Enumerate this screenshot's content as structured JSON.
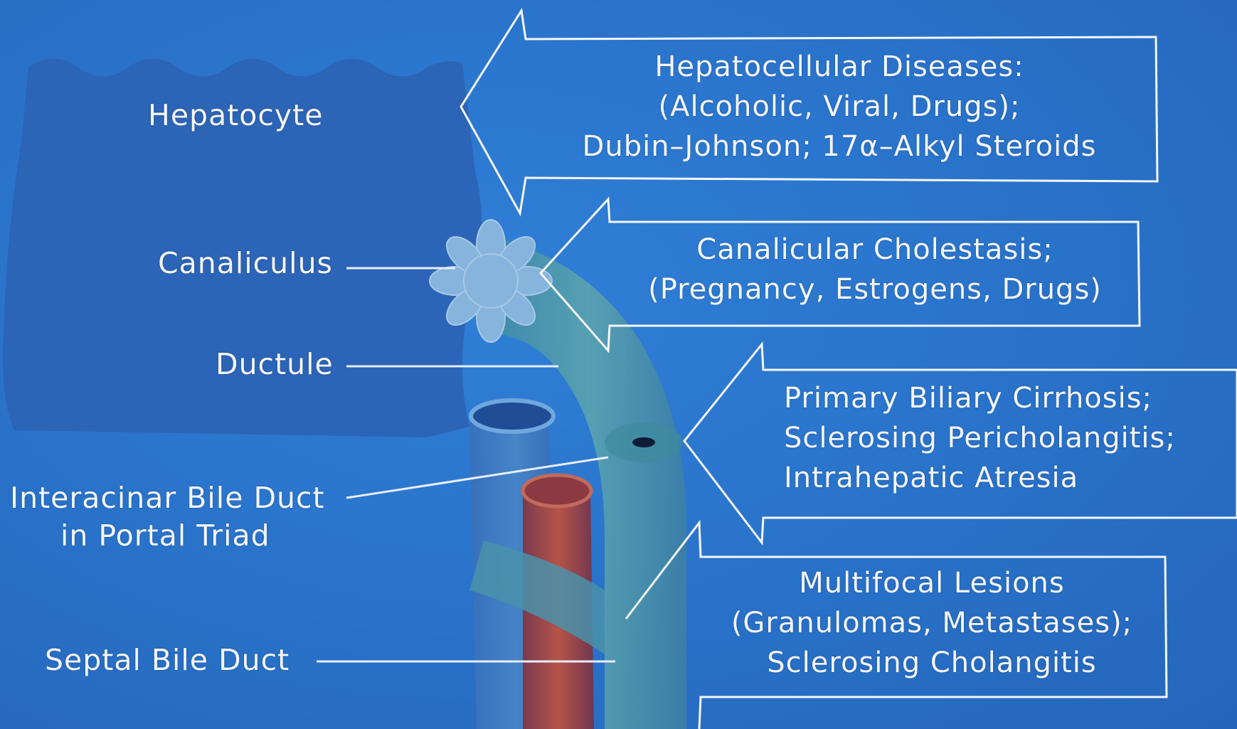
{
  "structures": {
    "hepatocyte": "Hepatocyte",
    "canaliculus": "Canaliculus",
    "ductule": "Ductule",
    "interacinar_line1": "Interacinar Bile Duct",
    "interacinar_line2": "in Portal Triad",
    "septal": "Septal Bile Duct"
  },
  "arrows": [
    {
      "lines": [
        "Hepatocellular Diseases:",
        "(Alcoholic, Viral, Drugs);",
        "Dubin–Johnson; 17α–Alkyl Steroids"
      ]
    },
    {
      "lines": [
        "Canalicular Cholestasis;",
        "(Pregnancy, Estrogens, Drugs)"
      ]
    },
    {
      "lines": [
        "Primary Biliary Cirrhosis;",
        "Sclerosing Pericholangitis;",
        "Intrahepatic Atresia"
      ]
    },
    {
      "lines": [
        "Multifocal Lesions",
        "(Granulomas, Metastases);",
        "Sclerosing Cholangitis"
      ]
    }
  ],
  "colors": {
    "background": "#2a74cc",
    "hepatocyte_fill": "#2c63b4",
    "duct_fill": "#4f9ab0",
    "vessel_fill": "#a24a48",
    "outline": "#f4f6fa"
  }
}
